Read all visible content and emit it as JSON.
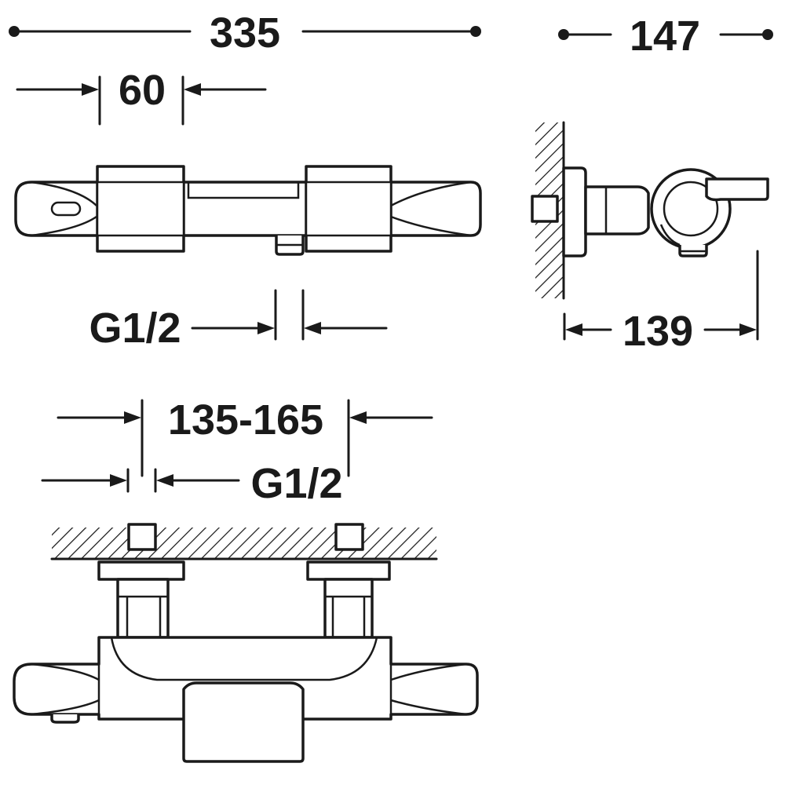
{
  "dimensions": {
    "overall_length": "335",
    "handle_width": "60",
    "inlet_thread_top": "G1/2",
    "overall_depth": "147",
    "wall_projection": "139",
    "centers_range": "135-165",
    "inlet_thread_bottom": "G1/2"
  }
}
